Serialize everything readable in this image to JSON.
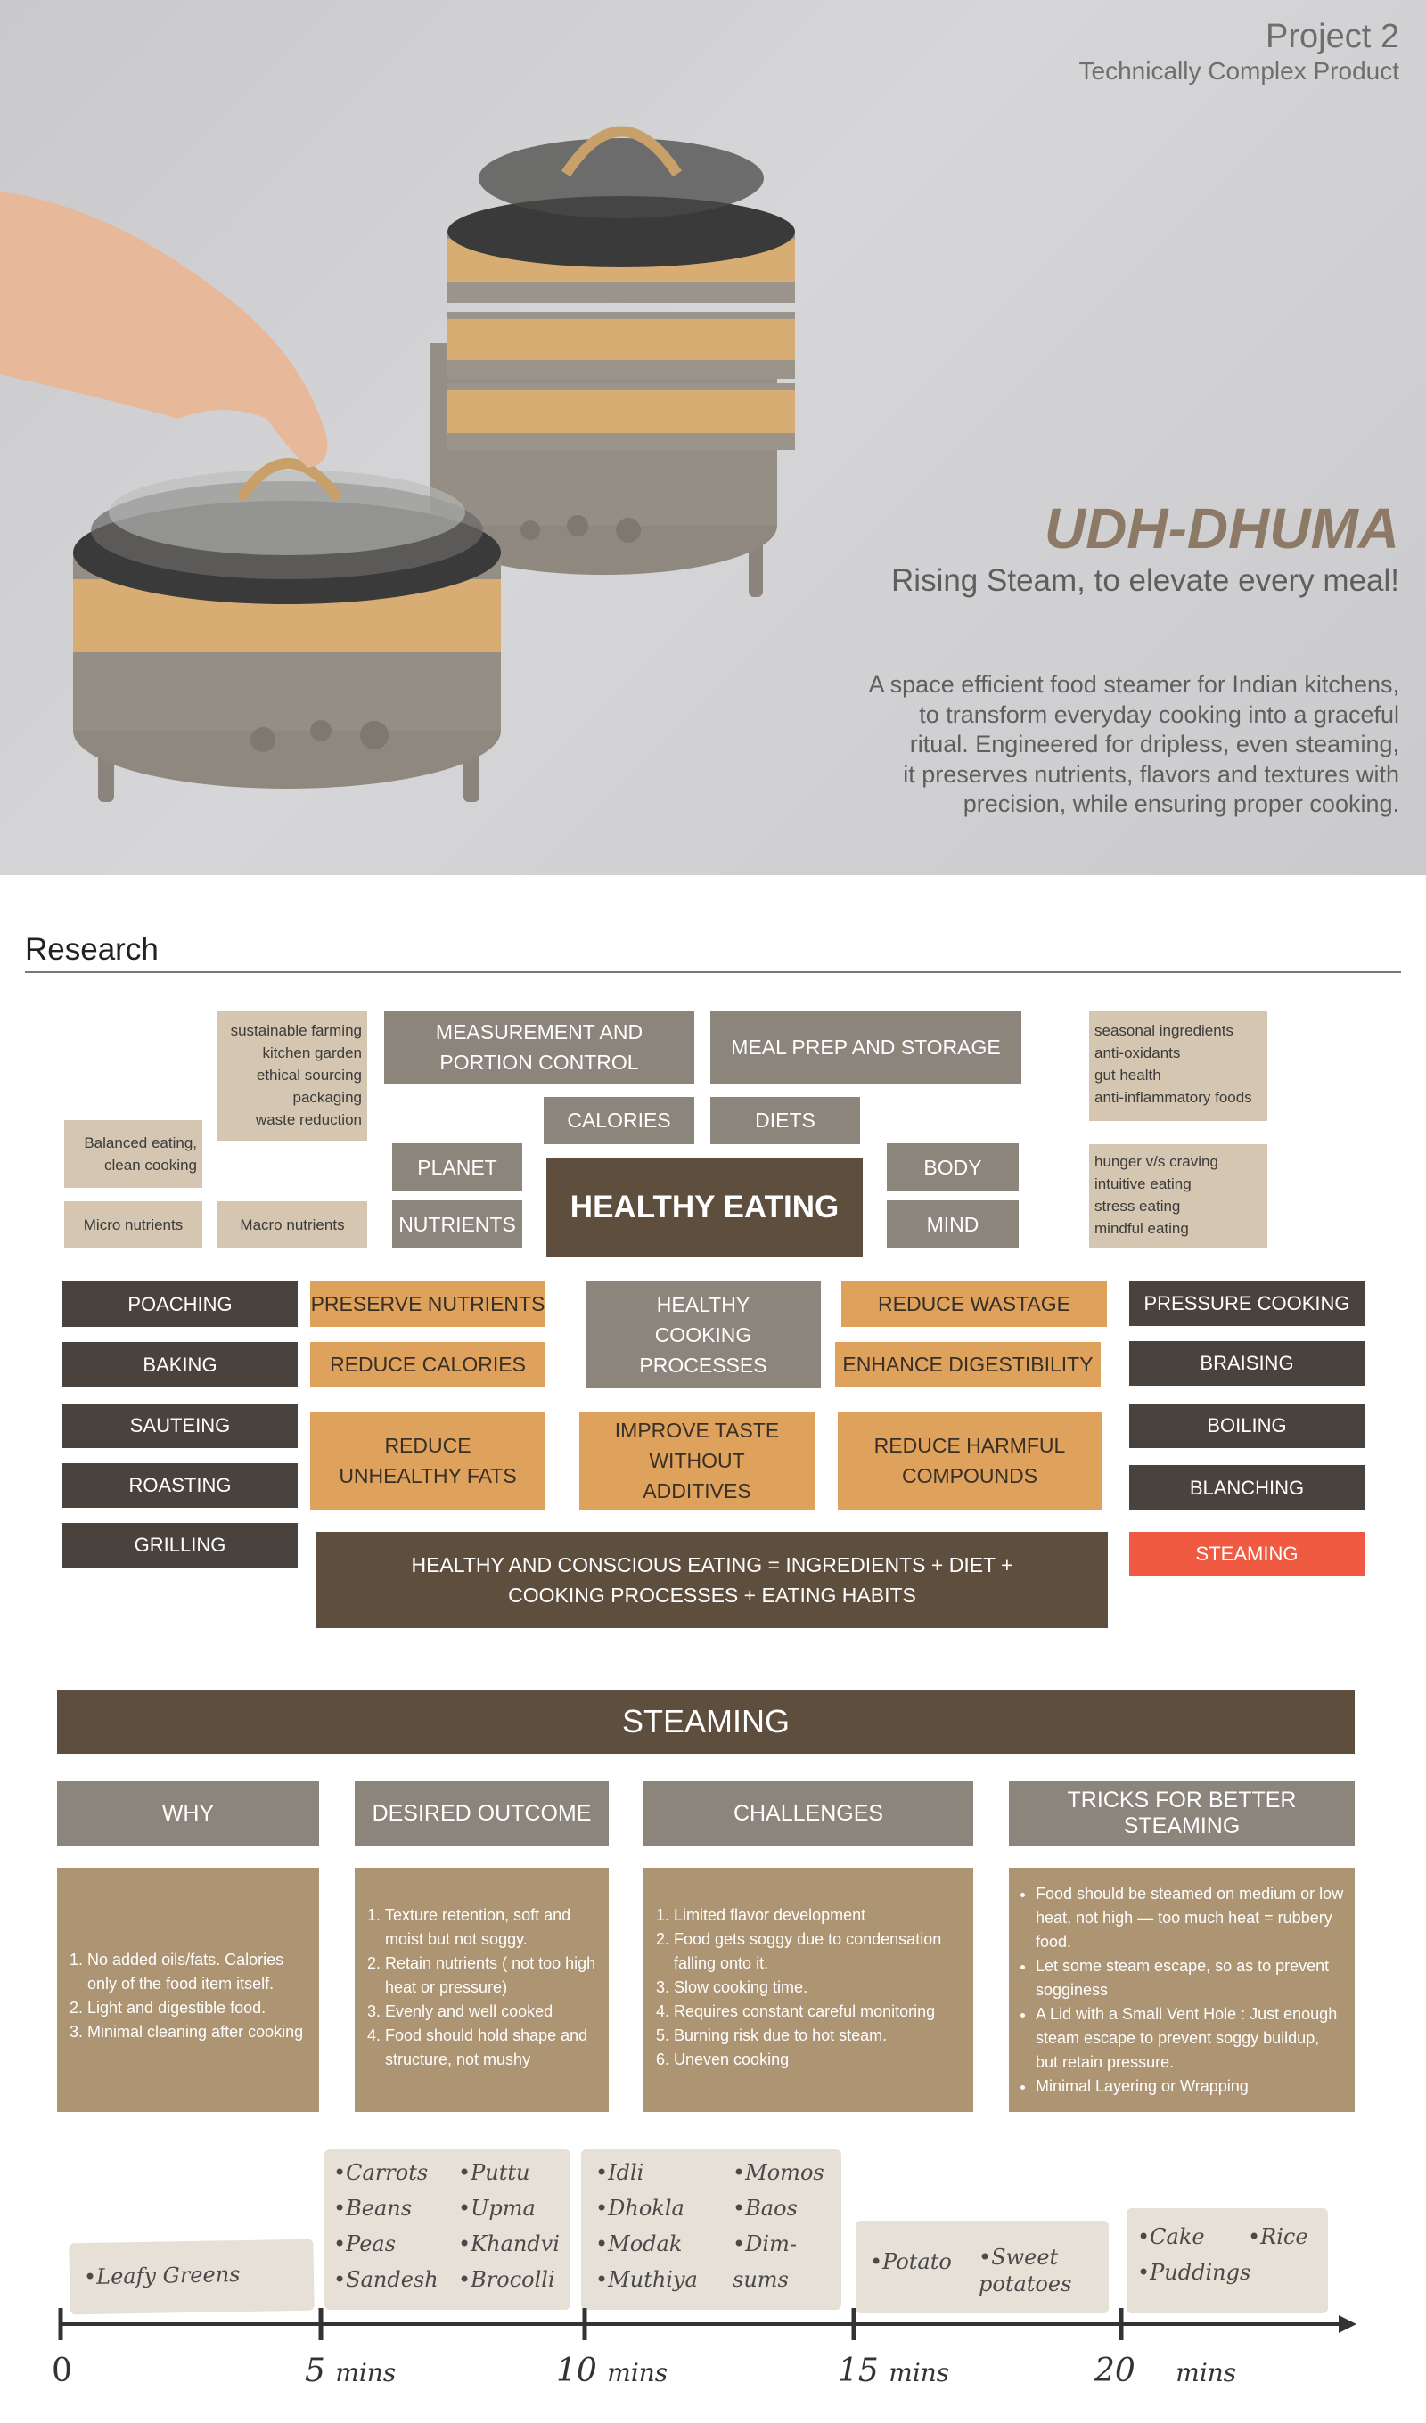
{
  "hero": {
    "project": "Project 2",
    "category": "Technically Complex Product",
    "product_name": "UDH-DHUMA",
    "tagline": "Rising Steam, to elevate every meal!",
    "description_lines": [
      "A space efficient food steamer for Indian kitchens,",
      "to transform everyday cooking into a graceful",
      "ritual. Engineered for dripless, even steaming,",
      "it preserves nutrients, flavors and textures with",
      "precision, while ensuring proper cooking."
    ]
  },
  "research": {
    "title": "Research",
    "notes": {
      "sustainable": [
        "sustainable farming",
        "kitchen garden",
        "ethical sourcing",
        "packaging",
        "waste reduction"
      ],
      "balanced": [
        "Balanced eating,",
        "clean cooking"
      ],
      "micro": "Micro nutrients",
      "macro": "Macro nutrients",
      "seasonal": [
        "seasonal ingredients",
        "anti-oxidants",
        "gut health",
        "anti-inflammatory foods"
      ],
      "hunger": [
        "hunger v/s craving",
        "intuitive eating",
        "stress eating",
        "mindful eating"
      ]
    },
    "grey": {
      "measurement": "MEASUREMENT AND PORTION CONTROL",
      "mealprep": "MEAL PREP AND STORAGE",
      "calories": "CALORIES",
      "diets": "DIETS",
      "planet": "PLANET",
      "nutrients": "NUTRIENTS",
      "body": "BODY",
      "mind": "MIND",
      "processes": "HEALTHY COOKING PROCESSES"
    },
    "center_title": "HEALTHY EATING",
    "methods_left": [
      "POACHING",
      "BAKING",
      "SAUTEING",
      "ROASTING",
      "GRILLING"
    ],
    "methods_right": [
      "PRESSURE COOKING",
      "BRAISING",
      "BOILING",
      "BLANCHING",
      "STEAMING"
    ],
    "goals": {
      "preserve": "PRESERVE NUTRIENTS",
      "reduce_cal": "REDUCE CALORIES",
      "reduce_fats": "REDUCE UNHEALTHY FATS",
      "taste": "IMPROVE TASTE WITHOUT ADDITIVES",
      "harmful": "REDUCE HARMFUL COMPOUNDS",
      "wastage": "REDUCE WASTAGE",
      "digest": "ENHANCE DIGESTIBILITY"
    },
    "equation": "HEALTHY AND CONSCIOUS EATING = INGREDIENTS + DIET + COOKING PROCESSES + EATING HABITS"
  },
  "steaming": {
    "title": "STEAMING",
    "columns": [
      {
        "title": "WHY",
        "list": "ol",
        "items": [
          "No added oils/fats. Calories only of the food item itself.",
          "Light and digestible food.",
          "Minimal cleaning after cooking"
        ]
      },
      {
        "title": "DESIRED OUTCOME",
        "list": "ol",
        "items": [
          "Texture retention, soft and moist but not soggy.",
          "Retain nutrients ( not too high heat or pressure)",
          "Evenly and well cooked",
          "Food should hold shape and structure, not mushy"
        ]
      },
      {
        "title": "CHALLENGES",
        "list": "ol",
        "items": [
          "Limited flavor development",
          "Food gets soggy due to condensation falling onto it.",
          "Slow cooking time.",
          "Requires constant careful monitoring",
          "Burning risk due to hot steam.",
          "Uneven cooking"
        ]
      },
      {
        "title": "TRICKS FOR BETTER STEAMING",
        "list": "ul",
        "items": [
          "Food should be steamed on medium or low heat, not high — too much heat = rubbery food.",
          "Let some steam escape, so as to prevent sogginess",
          "A Lid with a Small Vent Hole : Just enough steam escape to prevent soggy buildup, but retain pressure.",
          "Minimal Layering or Wrapping"
        ]
      }
    ]
  },
  "timeline": {
    "ticks": [
      {
        "num": "0",
        "unit": ""
      },
      {
        "num": "5",
        "unit": "mins"
      },
      {
        "num": "10",
        "unit": "mins"
      },
      {
        "num": "15",
        "unit": "mins"
      },
      {
        "num": "20",
        "unit": "mins"
      }
    ],
    "notes": [
      {
        "cols": [
          [
            "Leafy Greens"
          ]
        ]
      },
      {
        "cols": [
          [
            "Carrots",
            "Beans",
            "Peas",
            "Sandesh"
          ],
          [
            "Puttu",
            "Upma",
            "Khandvi",
            "Brocolli"
          ]
        ]
      },
      {
        "cols": [
          [
            "Idli",
            "Dhokla",
            "Modak",
            "Muthiya"
          ],
          [
            "Momos",
            "Baos",
            "Dim-sums"
          ]
        ]
      },
      {
        "cols": [
          [
            "Potato"
          ],
          [
            "Sweet potatoes"
          ]
        ]
      },
      {
        "cols": [
          [
            "Cake",
            "Puddings"
          ],
          [
            "Rice"
          ]
        ]
      }
    ]
  },
  "colors": {
    "dark": "#4a423d",
    "grey": "#8c857b",
    "orange": "#dea25c",
    "steaming_red": "#ef5a40",
    "beige": "#d4c6b0",
    "tan": "#ad9472",
    "header": "#5e4e3e"
  }
}
